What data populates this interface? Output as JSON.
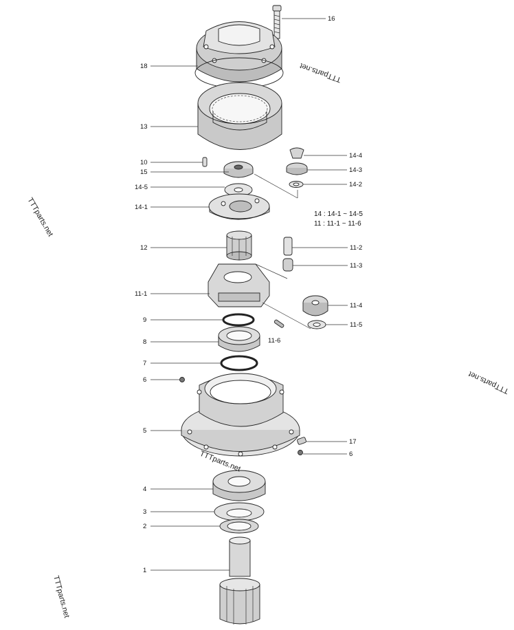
{
  "diagram": {
    "callouts": {
      "c16": "16",
      "c18": "18",
      "c13": "13",
      "c10": "10",
      "c15": "15",
      "c14_5": "14-5",
      "c14_1": "14-1",
      "c14_4": "14-4",
      "c14_3": "14-3",
      "c14_2": "14-2",
      "c12": "12",
      "c11_1": "11-1",
      "c11_2": "11-2",
      "c11_3": "11-3",
      "c11_4": "11-4",
      "c11_5": "11-5",
      "c11_6": "11-6",
      "c9": "9",
      "c8": "8",
      "c7": "7",
      "c6a": "6",
      "c6b": "6",
      "c5": "5",
      "c17": "17",
      "c4": "4",
      "c3": "3",
      "c2": "2",
      "c1": "1"
    },
    "notes": {
      "n14": "14 : 14-1 ~ 14-5",
      "n11": "11 : 11-1 ~ 11-6"
    },
    "watermarks": {
      "w1": "TTTparts.net",
      "w2": "TTTparts.net",
      "w3": "TTTparts.net",
      "w4": "TTTparts.net",
      "w5": "TTTparts.net"
    }
  }
}
